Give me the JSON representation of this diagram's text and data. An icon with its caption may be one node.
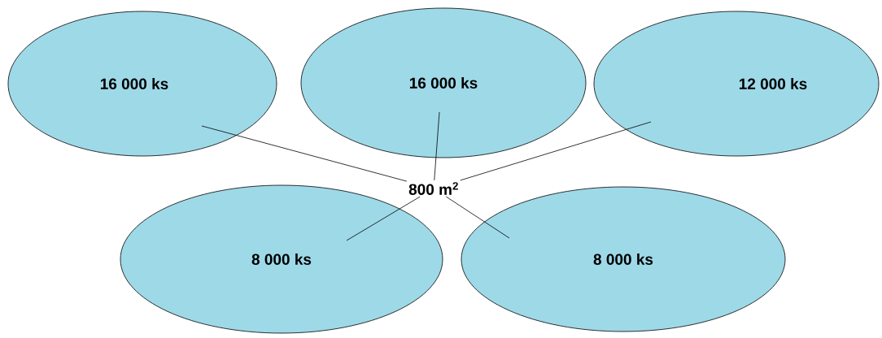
{
  "diagram": {
    "nodes": [
      {
        "text": [
          "16 000 ks"
        ]
      },
      {
        "text": [
          "16 000 ks"
        ]
      },
      {
        "text": [
          "12 000 ks"
        ]
      },
      {
        "text": [
          "800 m$^{2}$"
        ]
      },
      {
        "text": [
          "8 000 ks"
        ]
      },
      {
        "text": [
          "8 000 ks"
        ]
      }
    ],
    "edges": [
      {
        "from": 3,
        "to": 0,
        "arrow": "none"
      },
      {
        "from": 3,
        "to": 1,
        "arrow": "none"
      },
      {
        "from": 3,
        "to": 2,
        "arrow": "none"
      },
      {
        "from": 3,
        "to": 4,
        "arrow": "none"
      },
      {
        "from": 3,
        "to": 5,
        "arrow": "none"
      }
    ]
  }
}
